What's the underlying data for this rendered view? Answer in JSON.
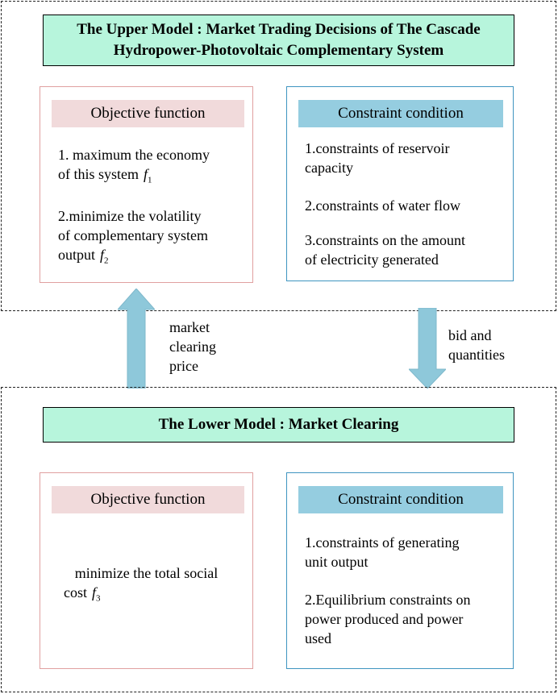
{
  "upper": {
    "title_line1": "The Upper Model : Market Trading Decisions of The Cascade",
    "title_line2": "Hydropower-Photovoltaic Complementary System",
    "objective": {
      "heading": "Objective function",
      "item1_line1": "1. maximum the economy",
      "item1_line2": "of this system",
      "item1_symbol": "f",
      "item1_sub": "1",
      "item2_line1": "2.minimize the volatility",
      "item2_line2": "of complementary system",
      "item2_line3": "output",
      "item2_symbol": "f",
      "item2_sub": "2"
    },
    "constraint": {
      "heading": "Constraint condition",
      "item1_line1": "1.constraints of reservoir",
      "item1_line2": "capacity",
      "item2": "2.constraints of water flow",
      "item3_line1": "3.constraints on the amount",
      "item3_line2": "of electricity generated"
    }
  },
  "arrows": {
    "up_label_line1": "market",
    "up_label_line2": "clearing",
    "up_label_line3": "price",
    "down_label_line1": "bid and",
    "down_label_line2": "quantities",
    "color": "#8ec8da"
  },
  "lower": {
    "title": "The Lower Model : Market Clearing",
    "objective": {
      "heading": "Objective function",
      "item1_line1": "minimize the total social",
      "item1_line2": "cost",
      "item1_symbol": "f",
      "item1_sub": "3"
    },
    "constraint": {
      "heading": "Constraint condition",
      "item1_line1": "1.constraints of generating",
      "item1_line2": "unit output",
      "item2_line1": "2.Equilibrium constraints on",
      "item2_line2": "power produced and power",
      "item2_line3": "used"
    }
  },
  "colors": {
    "title_fill": "#b7f5dc",
    "objective_head": "#f1dadb",
    "objective_border": "#e0a0a0",
    "constraint_head": "#95cde0",
    "constraint_border": "#3f95c0"
  }
}
